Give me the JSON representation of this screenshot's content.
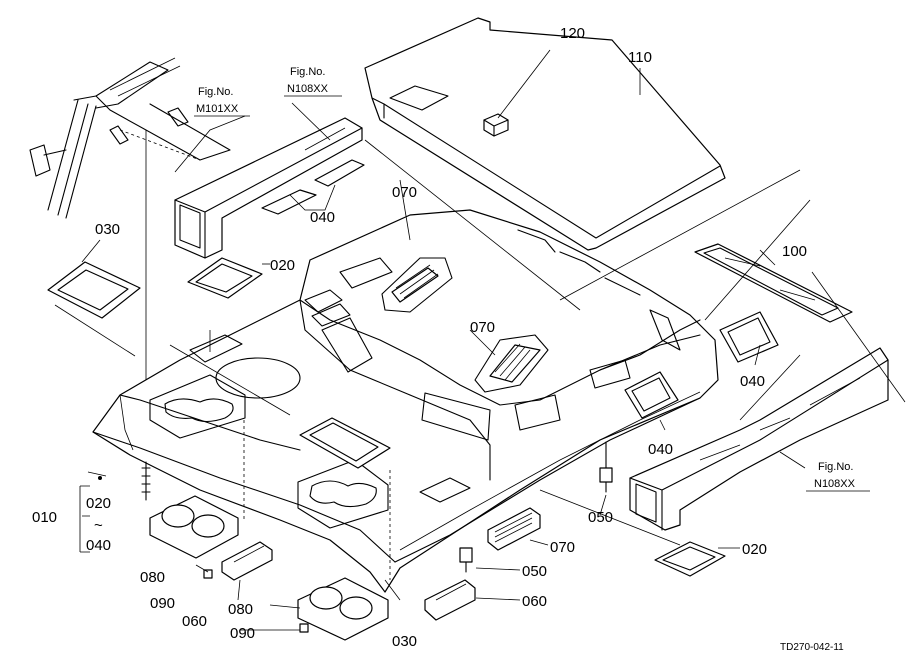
{
  "labels": {
    "p010": "010",
    "p020_sub": "020",
    "tilde": "~",
    "p040_sub": "040",
    "p020_a": "020",
    "p020_b": "020",
    "p030_a": "030",
    "p030_b": "030",
    "p040_a": "040",
    "p040_b": "040",
    "p040_c": "040",
    "p050_a": "050",
    "p050_b": "050",
    "p060_a": "060",
    "p060_b": "060",
    "p070_a": "070",
    "p070_b": "070",
    "p070_c": "070",
    "p080_a": "080",
    "p080_b": "080",
    "p090_a": "090",
    "p090_b": "090",
    "p100": "100",
    "p110": "110",
    "p120": "120"
  },
  "refs": {
    "ref1_title": "Fig.No.",
    "ref1_code": "M101XX",
    "ref2_title": "Fig.No.",
    "ref2_code": "N108XX",
    "ref3_title": "Fig.No.",
    "ref3_code": "N108XX"
  },
  "drawing_code": "TD270-042-11"
}
